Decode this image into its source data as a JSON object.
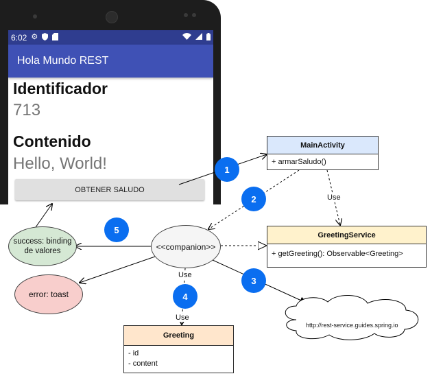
{
  "phone": {
    "status": {
      "time": "6:02"
    },
    "app_title": "Hola Mundo REST",
    "id_label": "Identificador",
    "id_value": "713",
    "content_label": "Contenido",
    "content_value": "Hello, World!",
    "button_label": "OBTENER SALUDO"
  },
  "diagram": {
    "main_activity": {
      "title": "MainActivity",
      "members": [
        "+ armarSaludo()"
      ],
      "color": "#dae8fc"
    },
    "greeting_service": {
      "title": "GreetingService",
      "members": [
        "+ getGreeting(): Observable<Greeting>"
      ],
      "color": "#fff2cc"
    },
    "greeting": {
      "title": "Greeting",
      "members": [
        "- id",
        "- content"
      ],
      "color": "#ffe6cc"
    },
    "companion": {
      "label": "<<companion>>"
    },
    "success": {
      "label": "success: binding de valores",
      "color": "#d5e8d4"
    },
    "error": {
      "label": "error: toast",
      "color": "#f8cecc"
    },
    "cloud": {
      "label": "http://rest-service.guides.spring.io"
    },
    "use_labels": [
      "Use",
      "Use",
      "Use"
    ],
    "steps": [
      "1",
      "2",
      "3",
      "4",
      "5"
    ],
    "badge_color": "#0a6ef0"
  }
}
